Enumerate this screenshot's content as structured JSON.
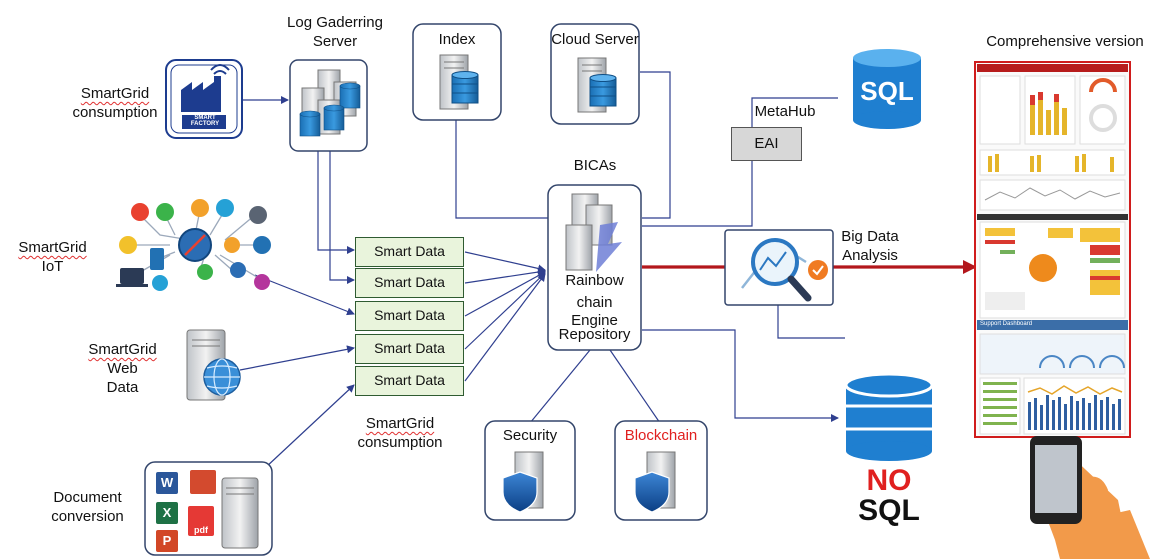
{
  "labels": {
    "smartgrid_consumption_1": "SmartGrid",
    "smartgrid_consumption_2": "consumption",
    "smart_factory_line1": "SMART",
    "smart_factory_line2": "FACTORY",
    "log_gathering_1": "Log Gaderring",
    "log_gathering_2": "Server",
    "index": "Index",
    "cloud_server": "Cloud Server",
    "metahub": "MetaHub",
    "eai": "EAI",
    "sql": "SQL",
    "comprehensive_version": "Comprehensive version",
    "smartgrid_iot_1": "SmartGrid",
    "smartgrid_iot_2": "IoT",
    "bicas": "BICAs",
    "rainbow_1": "Rainbow",
    "rainbow_2": "chain",
    "rainbow_3": "Engine",
    "rainbow_4": "Repository",
    "big_data_1": "Big Data",
    "big_data_2": "Analysis",
    "smartgrid_web_1": "SmartGrid",
    "smartgrid_web_2": "Web",
    "smartgrid_web_3": "Data",
    "smartgrid_consumption_bottom_1": "SmartGrid",
    "smartgrid_consumption_bottom_2": "consumption",
    "document_conversion_1": "Document",
    "document_conversion_2": "conversion",
    "security": "Security",
    "blockchain": "Blockchain",
    "nosql_1": "NO",
    "nosql_2": "SQL",
    "dashboard_header": "Support Dashboard",
    "doc_word": "W",
    "doc_excel": "X",
    "doc_ppt": "P",
    "doc_pdf": "pdf"
  },
  "smart_data_items": [
    "Smart Data",
    "Smart Data",
    "Smart Data",
    "Smart Data",
    "Smart Data"
  ],
  "colors": {
    "arrow": "#2f3f8f",
    "main_flow": "#b3171c",
    "smart_data_fill": "#e9f4dc",
    "smart_data_border": "#2f5b31",
    "sql_blue": "#1f7fd0",
    "nosql_red": "#e0201f",
    "node_border": "#33456b",
    "dashboard_border": "#d01c1c"
  },
  "icons": [
    "smart-factory-icon",
    "server-stack-icon",
    "server-icon",
    "database-icon",
    "iot-network-icon",
    "web-globe-server-icon",
    "office-documents-icon",
    "rainbow-chain-servers-icon",
    "analytics-magnifier-icon",
    "check-badge-icon",
    "shield-server-icon",
    "sql-database-icon",
    "nosql-database-icon",
    "smartphone-hand-icon"
  ]
}
